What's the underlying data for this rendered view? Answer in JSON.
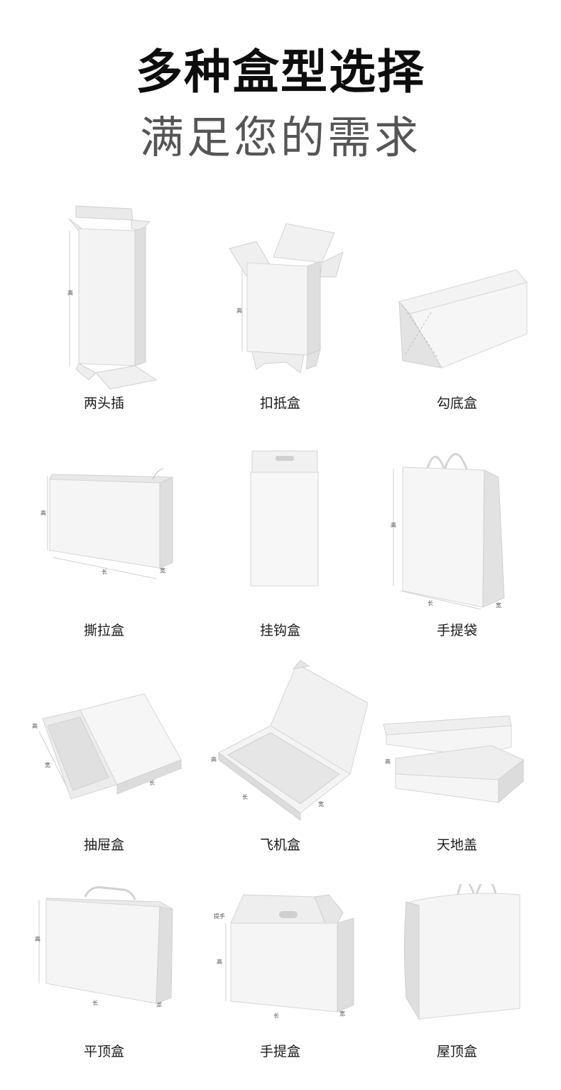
{
  "header": {
    "title": "多种盒型选择",
    "subtitle": "满足您的需求"
  },
  "dim_labels": {
    "height": "高",
    "length": "长",
    "width": "宽",
    "handle": "提手"
  },
  "boxes": [
    {
      "label": "两头插"
    },
    {
      "label": "扣抵盒"
    },
    {
      "label": "勾底盒"
    },
    {
      "label": "撕拉盒"
    },
    {
      "label": "挂钩盒"
    },
    {
      "label": "手提袋"
    },
    {
      "label": "抽屉盒"
    },
    {
      "label": "飞机盒"
    },
    {
      "label": "天地盖"
    },
    {
      "label": "平顶盒"
    },
    {
      "label": "手提盒"
    },
    {
      "label": "屋顶盒"
    }
  ],
  "colors": {
    "title": "#0d0d0d",
    "subtitle": "#555555",
    "box_face": "#f2f2f2",
    "box_side": "#dcdcdc",
    "box_shadow": "#e6e6e6"
  }
}
